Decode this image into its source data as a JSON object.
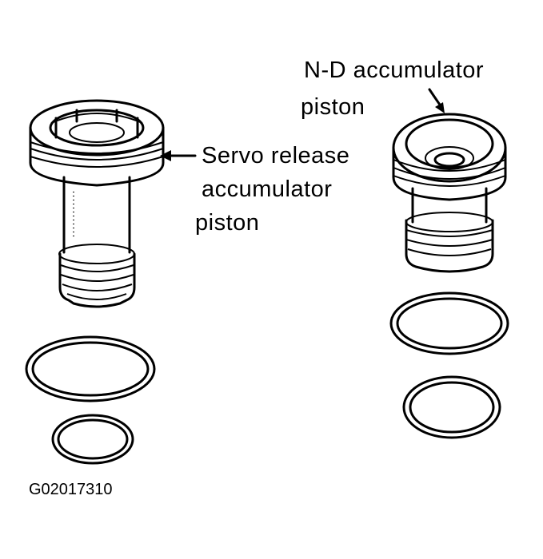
{
  "labels": {
    "servo": [
      "Servo release",
      "accumulator",
      "piston"
    ],
    "nd": [
      "N-D accumulator",
      "piston"
    ]
  },
  "figure_id": "G02017310"
}
